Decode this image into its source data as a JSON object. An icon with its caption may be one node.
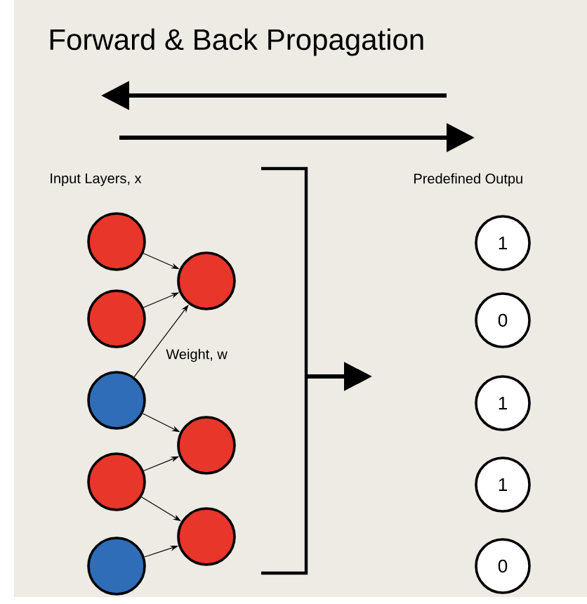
{
  "diagram": {
    "title": "Forward & Back Propagation",
    "nodes": [
      {
        "text": [],
        "shape": "circle"
      },
      {
        "text": [],
        "shape": "circle"
      },
      {
        "text": [],
        "shape": "circle"
      },
      {
        "text": [],
        "shape": "circle"
      },
      {
        "text": [],
        "shape": "circle"
      },
      {
        "text": [],
        "shape": "circle"
      },
      {
        "text": [],
        "shape": "circle"
      },
      {
        "text": [],
        "shape": "circle"
      },
      {
        "text": [
          "1"
        ]
      },
      {
        "text": [
          "0"
        ]
      },
      {
        "text": [
          "1"
        ]
      },
      {
        "text": [
          "1"
        ]
      },
      {
        "text": [
          "0"
        ]
      }
    ],
    "edges": [
      {
        "from": 0,
        "to": 5,
        "arrow": "to"
      },
      {
        "from": 1,
        "to": 5,
        "arrow": "to"
      },
      {
        "from": 2,
        "to": 5,
        "arrow": "to"
      },
      {
        "from": 2,
        "to": 6,
        "arrow": "to"
      },
      {
        "from": 3,
        "to": 6,
        "arrow": "to"
      },
      {
        "from": 3,
        "to": 7,
        "arrow": "to"
      },
      {
        "from": 4,
        "to": 7,
        "arrow": "to"
      }
    ],
    "labels": [
      "Input Layers, x",
      "Weight, w",
      "Predefined Outpu"
    ]
  }
}
